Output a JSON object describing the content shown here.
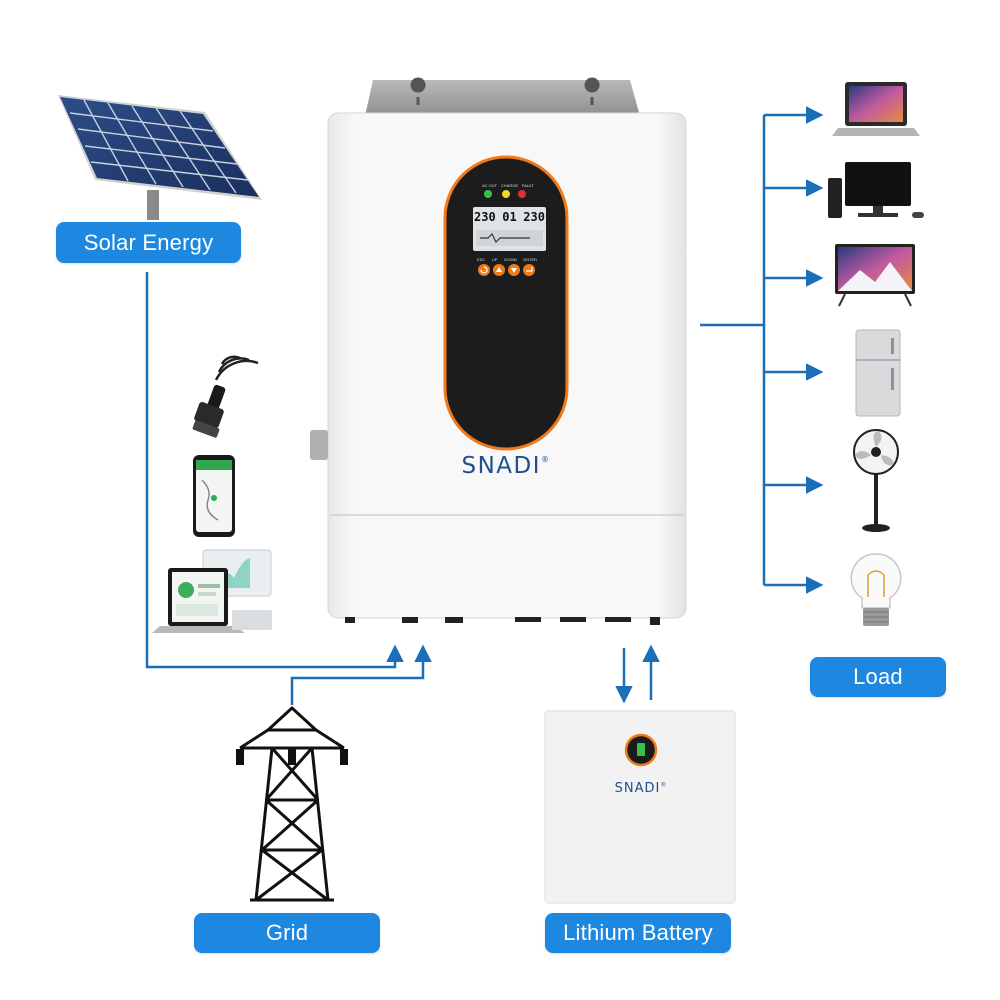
{
  "labels": {
    "solar": "Solar Energy",
    "load": "Load",
    "grid": "Grid",
    "battery": "Lithium Battery"
  },
  "inverter": {
    "brand": "SNADI",
    "reg": "®",
    "led_labels": [
      "AC OUT",
      "CHARGE",
      "FAULT"
    ],
    "lcd_left": "230",
    "lcd_mid": "01",
    "lcd_right": "230",
    "buttons": [
      "ESC",
      "UP",
      "DOWN",
      "ENTER"
    ]
  },
  "battery": {
    "brand": "SNADI",
    "reg": "®"
  },
  "colors": {
    "accent": "#1e88e0",
    "line": "#1a6fb8",
    "orange": "#f07a1a",
    "panel": "#1c1c1c"
  },
  "icons": {
    "solar": "solar-panel-icon",
    "wifi_dongle": "wifi-dongle-icon",
    "phone": "smartphone-icon",
    "laptop_monitor": "laptop-monitor-icon",
    "grid": "power-tower-icon",
    "load_items": [
      "laptop-icon",
      "desktop-pc-icon",
      "tv-icon",
      "refrigerator-icon",
      "fan-icon",
      "light-bulb-icon"
    ]
  }
}
